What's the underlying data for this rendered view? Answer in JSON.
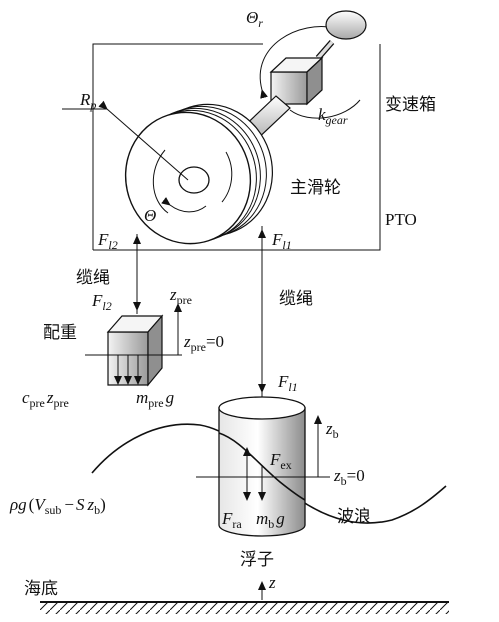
{
  "labels": {
    "theta_r": "Θ",
    "theta_r_sub": "r",
    "r_p": "R",
    "r_p_sub": "p",
    "k_gear": "k",
    "k_gear_sub": "gear",
    "gearbox": "变速箱",
    "main_pulley": "主滑轮",
    "theta": "Θ",
    "pto": "PTO",
    "f_l2_top": "F",
    "f_l2_top_sub": "l2",
    "f_l1_top": "F",
    "f_l1_top_sub": "l1",
    "cable_left": "缆绳",
    "cable_right": "缆绳",
    "f_l2_mid": "F",
    "f_l2_mid_sub": "l2",
    "z_pre": "z",
    "z_pre_sub": "pre",
    "counterweight": "配重",
    "z_pre_eq": "z",
    "z_pre_eq_sub": "pre",
    "z_pre_eq_val": "=0",
    "c_pre": "c",
    "c_pre_sub": "pre",
    "c_pre_z": "z",
    "c_pre_z_sub": "pre",
    "m_pre": "m",
    "m_pre_sub": "pre",
    "m_pre_g": "g",
    "f_l1_mid": "F",
    "f_l1_mid_sub": "l1",
    "z_b": "z",
    "z_b_sub": "b",
    "f_ex": "F",
    "f_ex_sub": "ex",
    "z_b_eq": "z",
    "z_b_eq_sub": "b",
    "z_b_eq_val": "=0",
    "rho_g": "ρg",
    "paren_open": "(",
    "v_sub": "V",
    "v_sub_sub": "sub",
    "minus": "−",
    "s": "S",
    "s_z": "z",
    "s_z_sub": "b",
    "paren_close": ")",
    "wave": "波浪",
    "f_ra": "F",
    "f_ra_sub": "ra",
    "m_b": "m",
    "m_b_sub": "b",
    "m_b_g": "g",
    "buoy": "浮子",
    "seabed": "海底",
    "z_axis": "z"
  }
}
